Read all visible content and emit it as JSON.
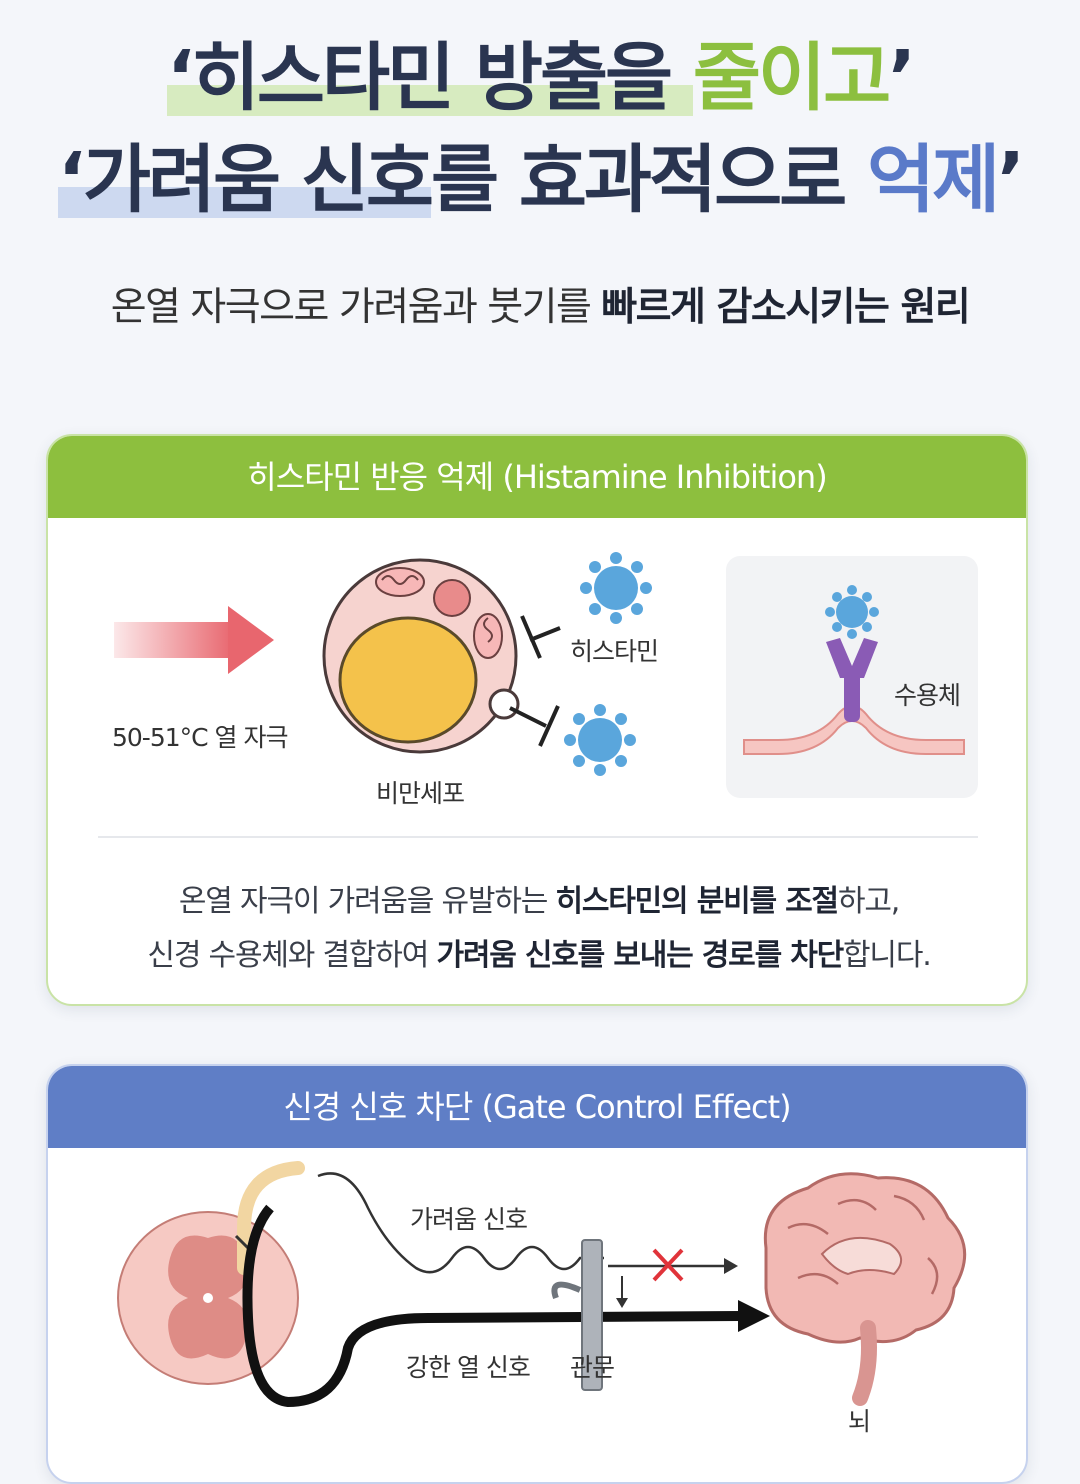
{
  "headline": {
    "line1_pre": "‘히스타민 방출을 ",
    "line1_accent": "줄이고",
    "line1_post": "’",
    "line2_pre": "‘가려움 신호",
    "line2_mid": "를 효과적으로 ",
    "line2_accent": "억제",
    "line2_post": "’"
  },
  "subline": {
    "normal": "온열 자극으로 가려움과 붓기를 ",
    "bold": "빠르게 감소시키는 원리"
  },
  "card1": {
    "title": "히스타민 반응 억제 (Histamine Inhibition)",
    "heat_label": "50-51°C 열 자극",
    "cell_label": "비만세포",
    "histamine_label": "히스타민",
    "receptor_label": "수용체",
    "desc_line1_a": "온열 자극이 가려움을 유발하는 ",
    "desc_line1_b": "히스타민의 분비를 조절",
    "desc_line1_c": "하고,",
    "desc_line2_a": "신경 수용체와 결합하여 ",
    "desc_line2_b": "가려움 신호를 보내는 경로를 차단",
    "desc_line2_c": "합니다."
  },
  "card2": {
    "title": "신경 신호 차단 (Gate Control Effect)",
    "itch_signal_label": "가려움 신호",
    "heat_signal_label": "강한 열 신호",
    "gate_label": "관문",
    "brain_label": "뇌"
  },
  "colors": {
    "green": "#8dbf3e",
    "blue": "#5f7ec6",
    "heat_arrow": "#e8666e",
    "histamine": "#5aa6dc",
    "receptor": "#8a5bb5",
    "block_x": "#e0333a"
  }
}
